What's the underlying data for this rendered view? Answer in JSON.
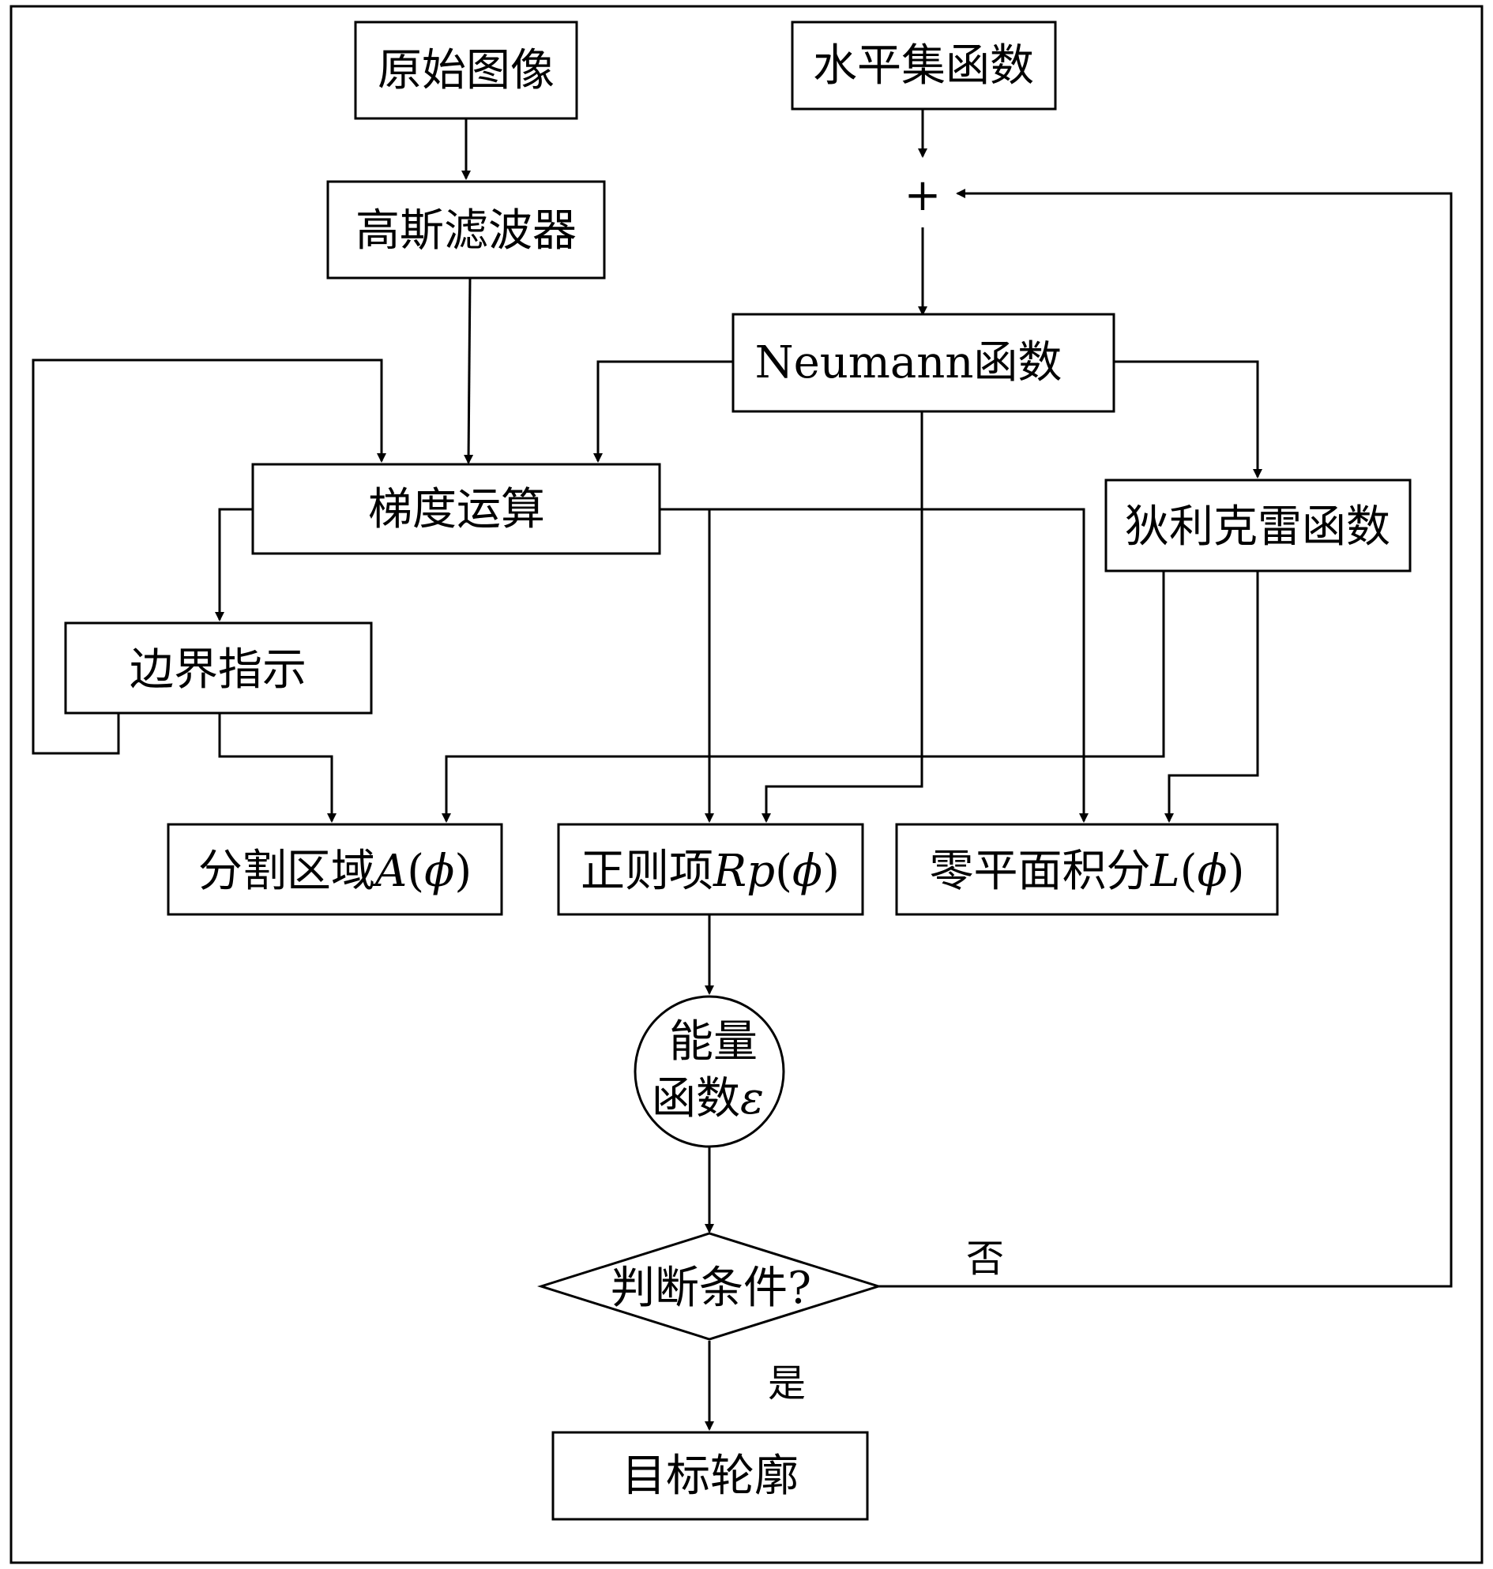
{
  "nodes": {
    "original_image": "原始图像",
    "level_set": "水平集函数",
    "plus": "+",
    "gaussian": "高斯滤波器",
    "neumann": "Neumann函数",
    "gradient": "梯度运算",
    "dirichlet": "狄利克雷函数",
    "edge_indicator": "边界指示",
    "region": {
      "cn": "分割区域",
      "math": "A",
      "open": "(",
      "phi": "ϕ",
      "close": ")"
    },
    "regular": {
      "cn": "正则项",
      "math": "Rp",
      "open": "(",
      "phi": "ϕ",
      "close": ")"
    },
    "zero_level": {
      "cn": "零平面积分",
      "math": "L",
      "open": "(",
      "phi": "ϕ",
      "close": ")"
    },
    "energy": {
      "line1": "能量",
      "line2": "函数",
      "math": "ε"
    },
    "judge": "判断条件?",
    "target": "目标轮廓"
  },
  "edge_labels": {
    "no": "否",
    "yes": "是"
  }
}
